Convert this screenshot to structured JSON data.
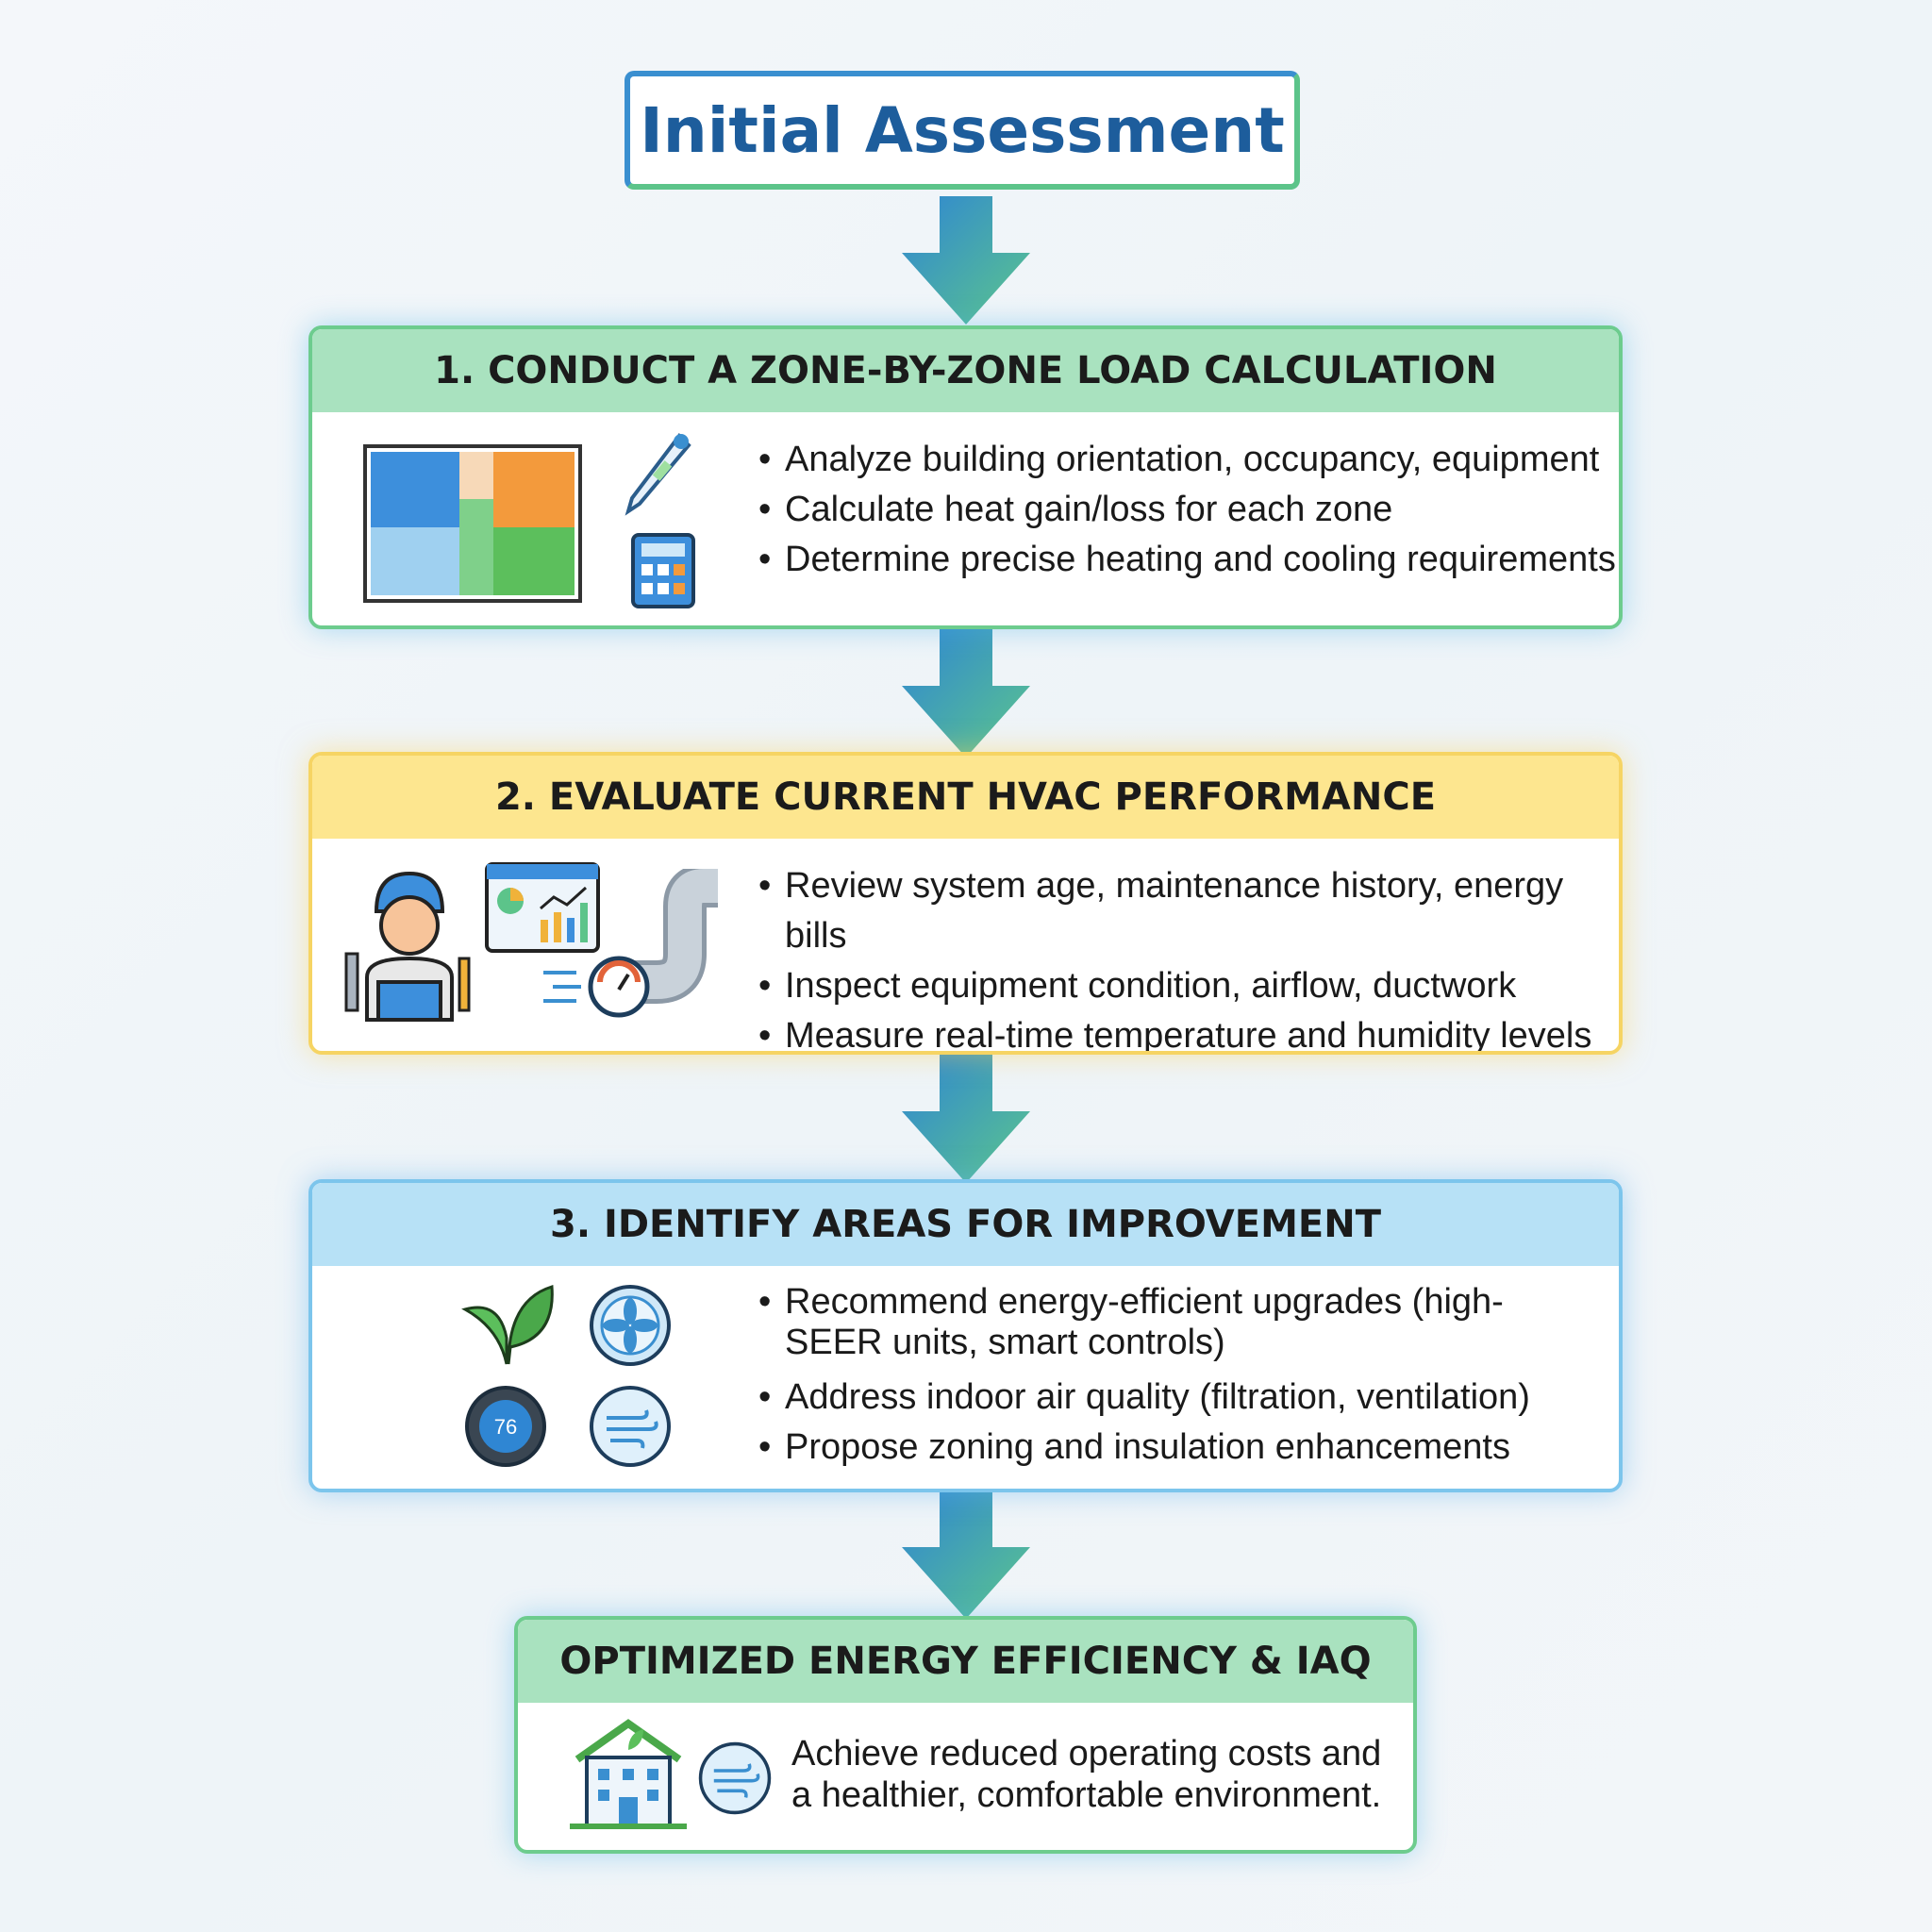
{
  "title": "Initial Assessment",
  "steps": [
    {
      "title": "1. CONDUCT A ZONE-BY-ZONE LOAD CALCULATION",
      "bullets": [
        "Analyze building orientation, occupancy, equipment",
        "Calculate heat gain/loss for each zone",
        "Determine precise heating and cooling requirements"
      ],
      "icons": [
        "floor-plan-icon",
        "thermometer-icon",
        "calculator-icon"
      ]
    },
    {
      "title": "2. EVALUATE CURRENT HVAC PERFORMANCE",
      "bullets": [
        "Review system age, maintenance history, energy bills",
        "Inspect equipment condition, airflow, ductwork",
        "Measure real-time temperature and humidity levels"
      ],
      "icons": [
        "technician-icon",
        "dashboard-chart-icon",
        "duct-gauge-icon"
      ]
    },
    {
      "title": "3. IDENTIFY AREAS FOR IMPROVEMENT",
      "bullets": [
        "Recommend energy-efficient upgrades (high-SEER units, smart controls)",
        "Address indoor air quality (filtration, ventilation)",
        "Propose zoning and insulation enhancements"
      ],
      "icons": [
        "leaf-icon",
        "fan-icon",
        "thermostat-icon",
        "airflow-icon"
      ],
      "thermostat_value": "76"
    }
  ],
  "final": {
    "title": "OPTIMIZED ENERGY EFFICIENCY & IAQ",
    "text_line1": "Achieve reduced operating costs and",
    "text_line2": "a healthier, comfortable environment.",
    "icons": [
      "green-building-icon",
      "airflow-icon"
    ]
  },
  "colors": {
    "title_text": "#1d5d9c",
    "green_header": "#a9e2bf",
    "yellow_header": "#fde68f",
    "blue_header": "#b7e1f6",
    "arrow_start": "#3a8fd0",
    "arrow_end": "#5cc48a"
  }
}
